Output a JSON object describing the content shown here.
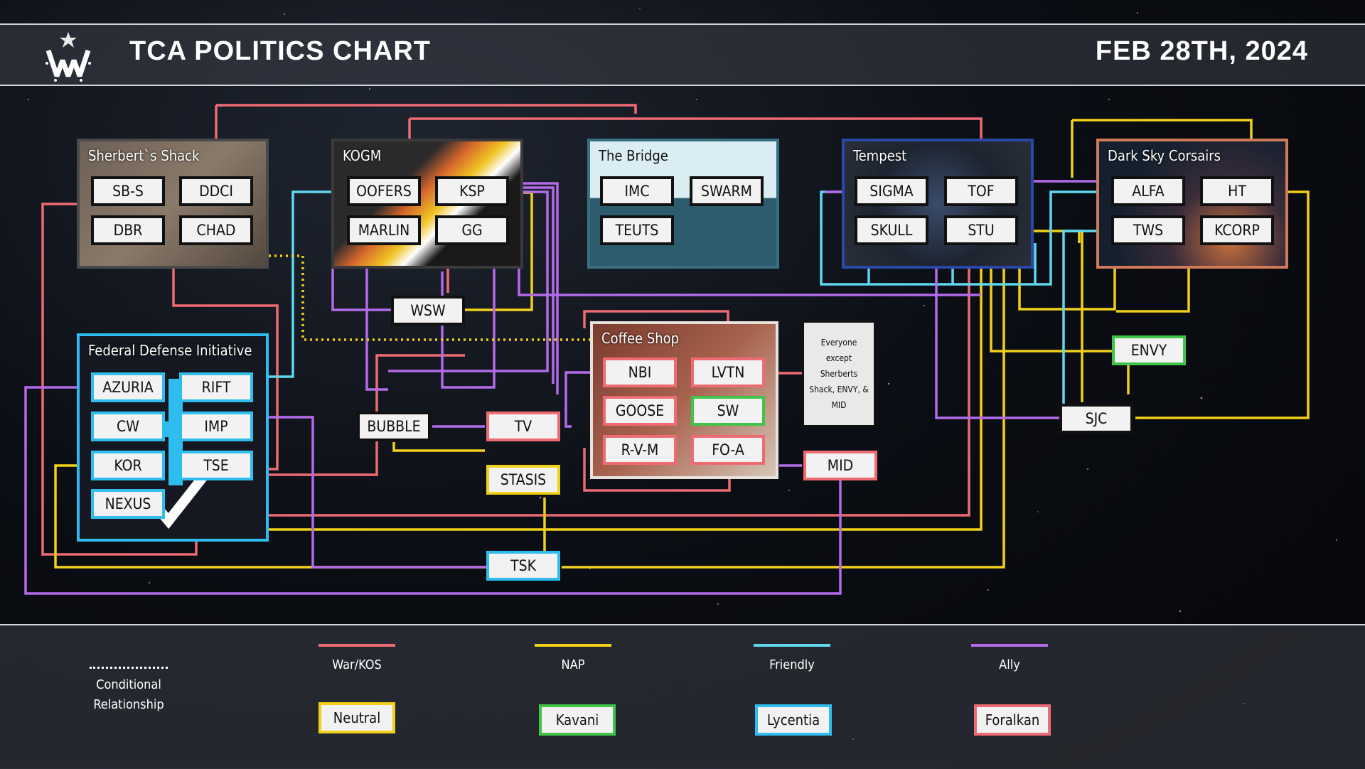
{
  "header": {
    "title": "TCA POLITICS CHART",
    "date": "FEB 28TH, 2024"
  },
  "colors": {
    "war": "#ee6b73",
    "nap": "#f1d019",
    "friendly": "#5fd8ee",
    "ally": "#b36bea",
    "neutral_border": "#111111",
    "kavani": "#3ec447",
    "lycentia": "#2fbdf0",
    "foralkan": "#ee6b73"
  },
  "groups": {
    "sherberts": "Sherbert`s Shack",
    "kogm": "KOGM",
    "bridge": "The Bridge",
    "tempest": "Tempest",
    "dsc": "Dark Sky Corsairs",
    "fdi": "Federal Defense Initiative",
    "coffee": "Coffee Shop"
  },
  "nodes": {
    "sbs": "SB-S",
    "ddci": "DDCI",
    "dbr": "DBR",
    "chad": "CHAD",
    "oofers": "OOFERS",
    "ksp": "KSP",
    "marlin": "MARLIN",
    "gg": "GG",
    "imc": "IMC",
    "swarm": "SWARM",
    "teuts": "TEUTS",
    "sigma": "SIGMA",
    "tof": "TOF",
    "skull": "SKULL",
    "stu": "STU",
    "alfa": "ALFA",
    "ht": "HT",
    "tws": "TWS",
    "kcorp": "KCORP",
    "wsw": "WSW",
    "azuria": "AZURIA",
    "rift": "RIFT",
    "cw": "CW",
    "imp": "IMP",
    "kor": "KOR",
    "tse": "TSE",
    "nexus": "NEXUS",
    "bubble": "BUBBLE",
    "tv": "TV",
    "stasis": "STASIS",
    "tsk": "TSK",
    "nbi": "NBI",
    "lvtn": "LVTN",
    "goose": "GOOSE",
    "sw": "SW",
    "rvm": "R-V-M",
    "foa": "FO-A",
    "envy": "ENVY",
    "sjc": "SJC",
    "mid": "MID"
  },
  "note": "Everyone except Sherberts Shack, ENVY, & MID",
  "legend": {
    "conditional": "Conditional Relationship",
    "war": "War/KOS",
    "nap": "NAP",
    "friendly": "Friendly",
    "ally": "Ally",
    "neutral": "Neutral",
    "kavani": "Kavani",
    "lycentia": "Lycentia",
    "foralkan": "Foralkan"
  }
}
